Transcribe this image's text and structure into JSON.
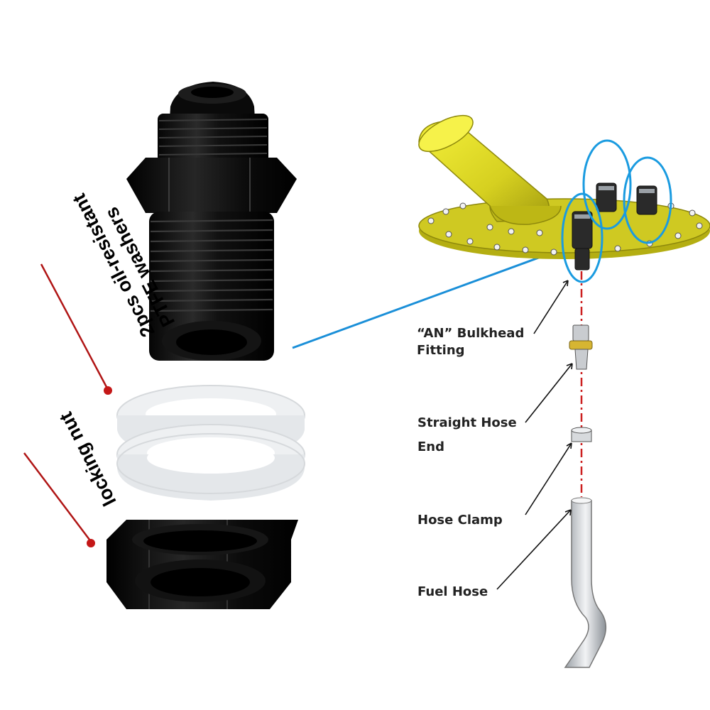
{
  "left_panel": {
    "washers_label_line1": "2pcs oil-resistant",
    "washers_label_line2": "PTFE washers",
    "nut_label": "locking nut"
  },
  "diagram": {
    "labels": {
      "bulkhead_line1": "“AN” Bulkhead",
      "bulkhead_line2": "Fitting",
      "hose_end_line1": "Straight Hose",
      "hose_end_line2": "End",
      "hose_clamp": "Hose Clamp",
      "fuel_hose": "Fuel Hose"
    }
  },
  "colors": {
    "fitting": "#0d0d0d",
    "washer": "#eef0f2",
    "plate": "#c8c21e",
    "tube": "#e2de28",
    "callout_circle": "#1a9be0",
    "leader_blue": "#1a8fd8",
    "dash_line": "#cc1f1f",
    "leader_red": "#b01515"
  },
  "icons": {
    "fitting": "an-bulkhead-fitting-icon",
    "washers": "ptfe-washer-icon",
    "nut": "locking-nut-icon"
  }
}
